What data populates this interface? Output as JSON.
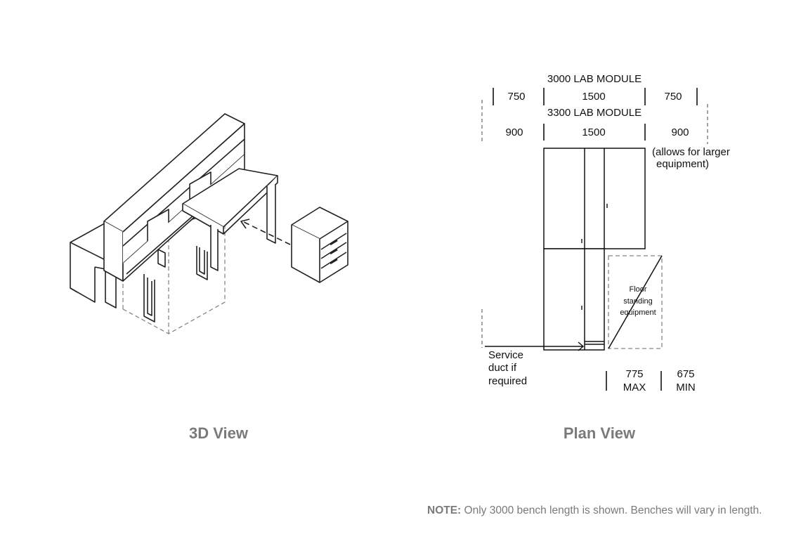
{
  "views": {
    "left_caption": "3D View",
    "right_caption": "Plan View"
  },
  "plan": {
    "module_3000": "3000 LAB MODULE",
    "dims_3000": [
      "750",
      "1500",
      "750"
    ],
    "module_3300": "3300 LAB MODULE",
    "dims_3300": [
      "900",
      "1500",
      "900"
    ],
    "allows_line1": "(allows for larger",
    "allows_line2": "equipment)",
    "floor_line1": "Floor",
    "floor_line2": "standing",
    "floor_line3": "equipment",
    "service_line1": "Service",
    "service_line2": "duct if",
    "service_line3": "required",
    "max_value": "775",
    "max_label": "MAX",
    "min_value": "675",
    "min_label": "MIN"
  },
  "note": {
    "label": "NOTE:",
    "text": " Only 3000 bench length is shown. Benches will vary in length."
  }
}
